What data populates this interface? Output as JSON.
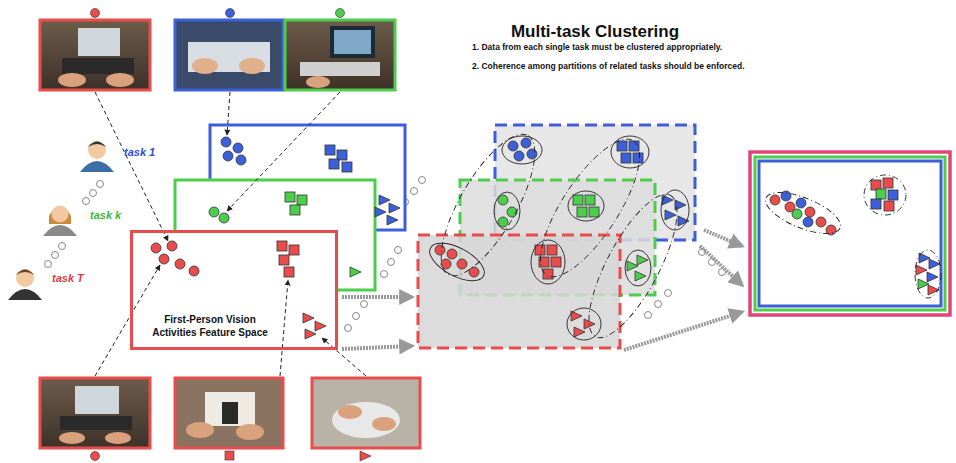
{
  "diagram": {
    "title": "Multi-task Clustering",
    "nodes": [
      {
        "text": [
          "First-Person Vision Activities Feature Space"
        ]
      }
    ],
    "labels": [
      "1. Data from each single task must be clustered appropriately.",
      "2. Coherence among partitions of related tasks should be enforced.",
      "task 1",
      "task k",
      "task T"
    ]
  }
}
